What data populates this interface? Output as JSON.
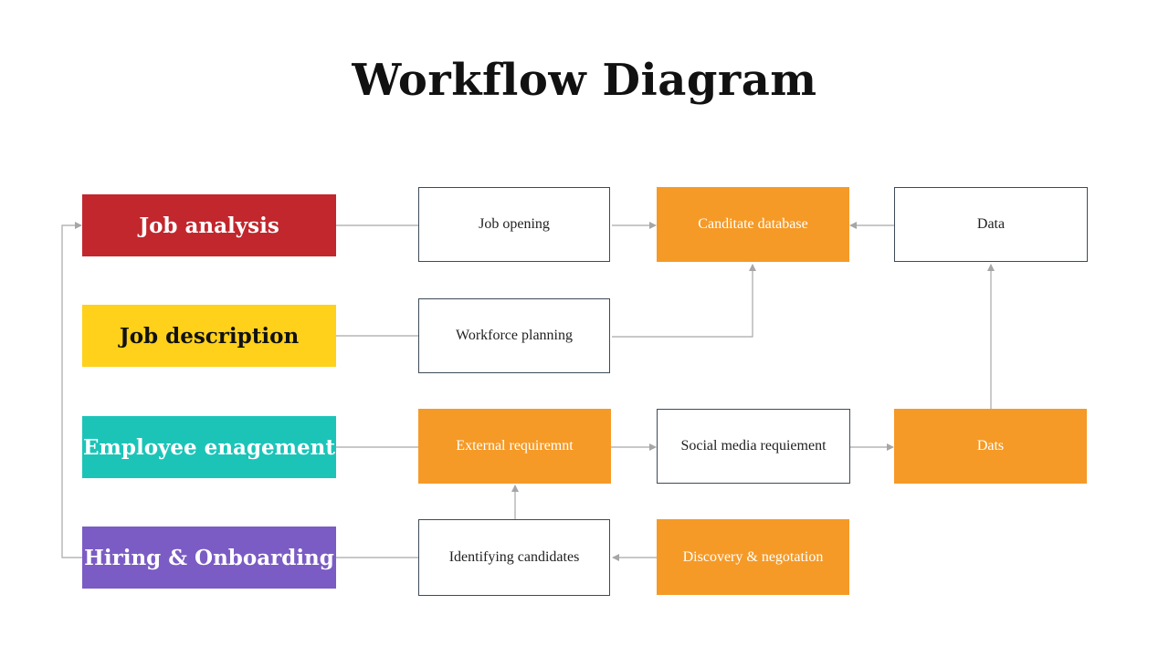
{
  "title": "Workflow Diagram",
  "colors": {
    "job_analysis": "#c1272d",
    "job_description": "#ffd11a",
    "employee_engagement": "#1cc4b8",
    "hiring_onboarding": "#7b5cc4",
    "orange_box": "#f59a27",
    "outline": "#3d4b57",
    "connector": "#a6a6a6"
  },
  "categories": [
    {
      "id": "job-analysis",
      "label": "Job analysis"
    },
    {
      "id": "job-description",
      "label": "Job description"
    },
    {
      "id": "employee-engagement",
      "label": "Employee enagement"
    },
    {
      "id": "hiring-onboarding",
      "label": "Hiring & Onboarding"
    }
  ],
  "boxes": {
    "job_opening": "Job opening",
    "candidate_database": "Canditate database",
    "data": "Data",
    "workforce_planning": "Workforce planning",
    "external_requirement": "External requiremnt",
    "social_media": "Social media requiement",
    "dats": "Dats",
    "identifying_candidates": "Identifying candidates",
    "discovery_negotiation": "Discovery & negotation"
  }
}
